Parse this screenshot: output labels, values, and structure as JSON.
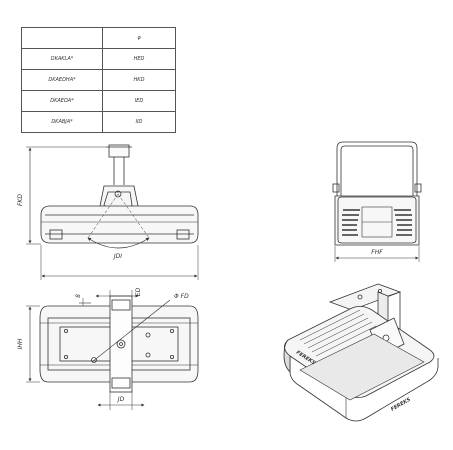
{
  "table": {
    "header": [
      "",
      "φ"
    ],
    "rows": [
      [
        "DKAKLA*",
        "HED"
      ],
      [
        "DKAEDHA*",
        "HKD"
      ],
      [
        "DKAEDA*",
        "IED"
      ],
      [
        "DKABJA*",
        "IID"
      ]
    ]
  },
  "dimensions": {
    "front_height": "FKD",
    "front_angle": "JDI",
    "side_width": "FHF",
    "top_height": "IHH",
    "top_small": "8",
    "top_width": "ED",
    "top_diameter": "Φ FD",
    "top_bottom": "JD"
  },
  "logo": "FEREKS"
}
